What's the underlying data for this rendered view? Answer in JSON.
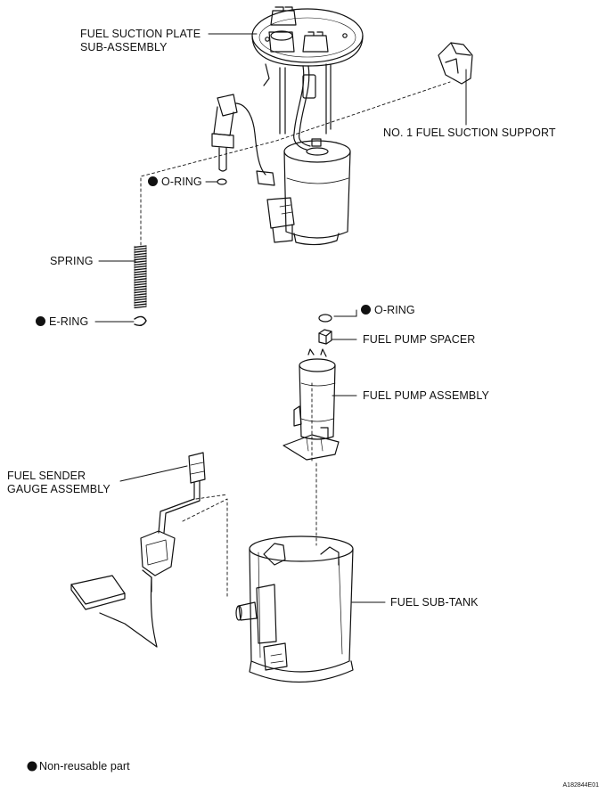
{
  "labels": {
    "fuel_suction_plate_1": "FUEL SUCTION PLATE",
    "fuel_suction_plate_2": "SUB-ASSEMBLY",
    "suction_support": "NO. 1 FUEL SUCTION SUPPORT",
    "o_ring_upper": "O-RING",
    "spring": "SPRING",
    "e_ring": "E-RING",
    "o_ring_lower": "O-RING",
    "pump_spacer": "FUEL PUMP SPACER",
    "pump_assembly": "FUEL PUMP ASSEMBLY",
    "sender_gauge_1": "FUEL SENDER",
    "sender_gauge_2": "GAUGE ASSEMBLY",
    "sub_tank": "FUEL SUB-TANK"
  },
  "legend": {
    "text": "Non-reusable part"
  },
  "figure_code": "A182844E01"
}
